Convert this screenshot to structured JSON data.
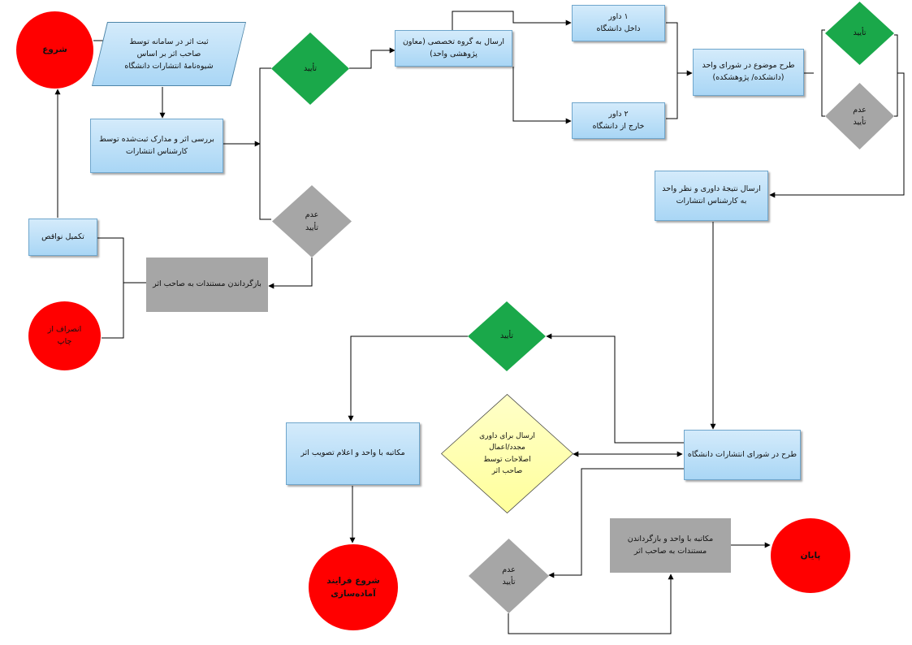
{
  "nodes": {
    "start": "شروع",
    "register": "ثبت اثر در سامانه توسط\nصاحب اثر بر اساس\nشیوه‌نامهٔ انتشارات دانشگاه",
    "review": "بررسی اثر و مدارک ثبت‌شده توسط\nکارشناس انتشارات",
    "approve1": "تأیید",
    "reject1": "عدم\nتأیید",
    "return_docs": "بازگرداندن مستندات به صاحب اثر",
    "complete": "تکمیل نواقص",
    "withdraw": "انصراف از\nچاپ",
    "send_group": "ارسال به گروه تخصصی (معاون\nپژوهشی واحد)",
    "referee_in": "۱ داور\nداخل دانشگاه",
    "referee_out": "۲ داور\nخارج از دانشگاه",
    "unit_council": "طرح موضوع در شورای واحد\n(دانشکده/ پژوهشکده)",
    "approve2": "تأیید",
    "reject2": "عدم\nتأیید",
    "send_result": "ارسال نتیجهٔ داوری و نظر واحد\nبه کارشناس انتشارات",
    "approve3": "تأیید",
    "univ_council": "طرح در شورای انتشارات دانشگاه",
    "rereview": "ارسال برای داوری\nمجدد/اعمال\nاصلاحات توسط\nصاحب اثر",
    "notify_approve": "مکاتبه با واحد و اعلام تصویب اثر",
    "prep_start": "شروع فرایند\nآماده‌سازی",
    "reject3": "عدم\nتأیید",
    "notify_return": "مکاتبه با واحد و بازگرداندن\nمستندات به صاحب اثر",
    "end": "پایان"
  },
  "colors": {
    "terminal": "#ff0000",
    "process_fill": "#bfe0f8",
    "approve": "#1aa84a",
    "reject": "#a6a6a6",
    "decision_alt": "#ffffb0"
  }
}
